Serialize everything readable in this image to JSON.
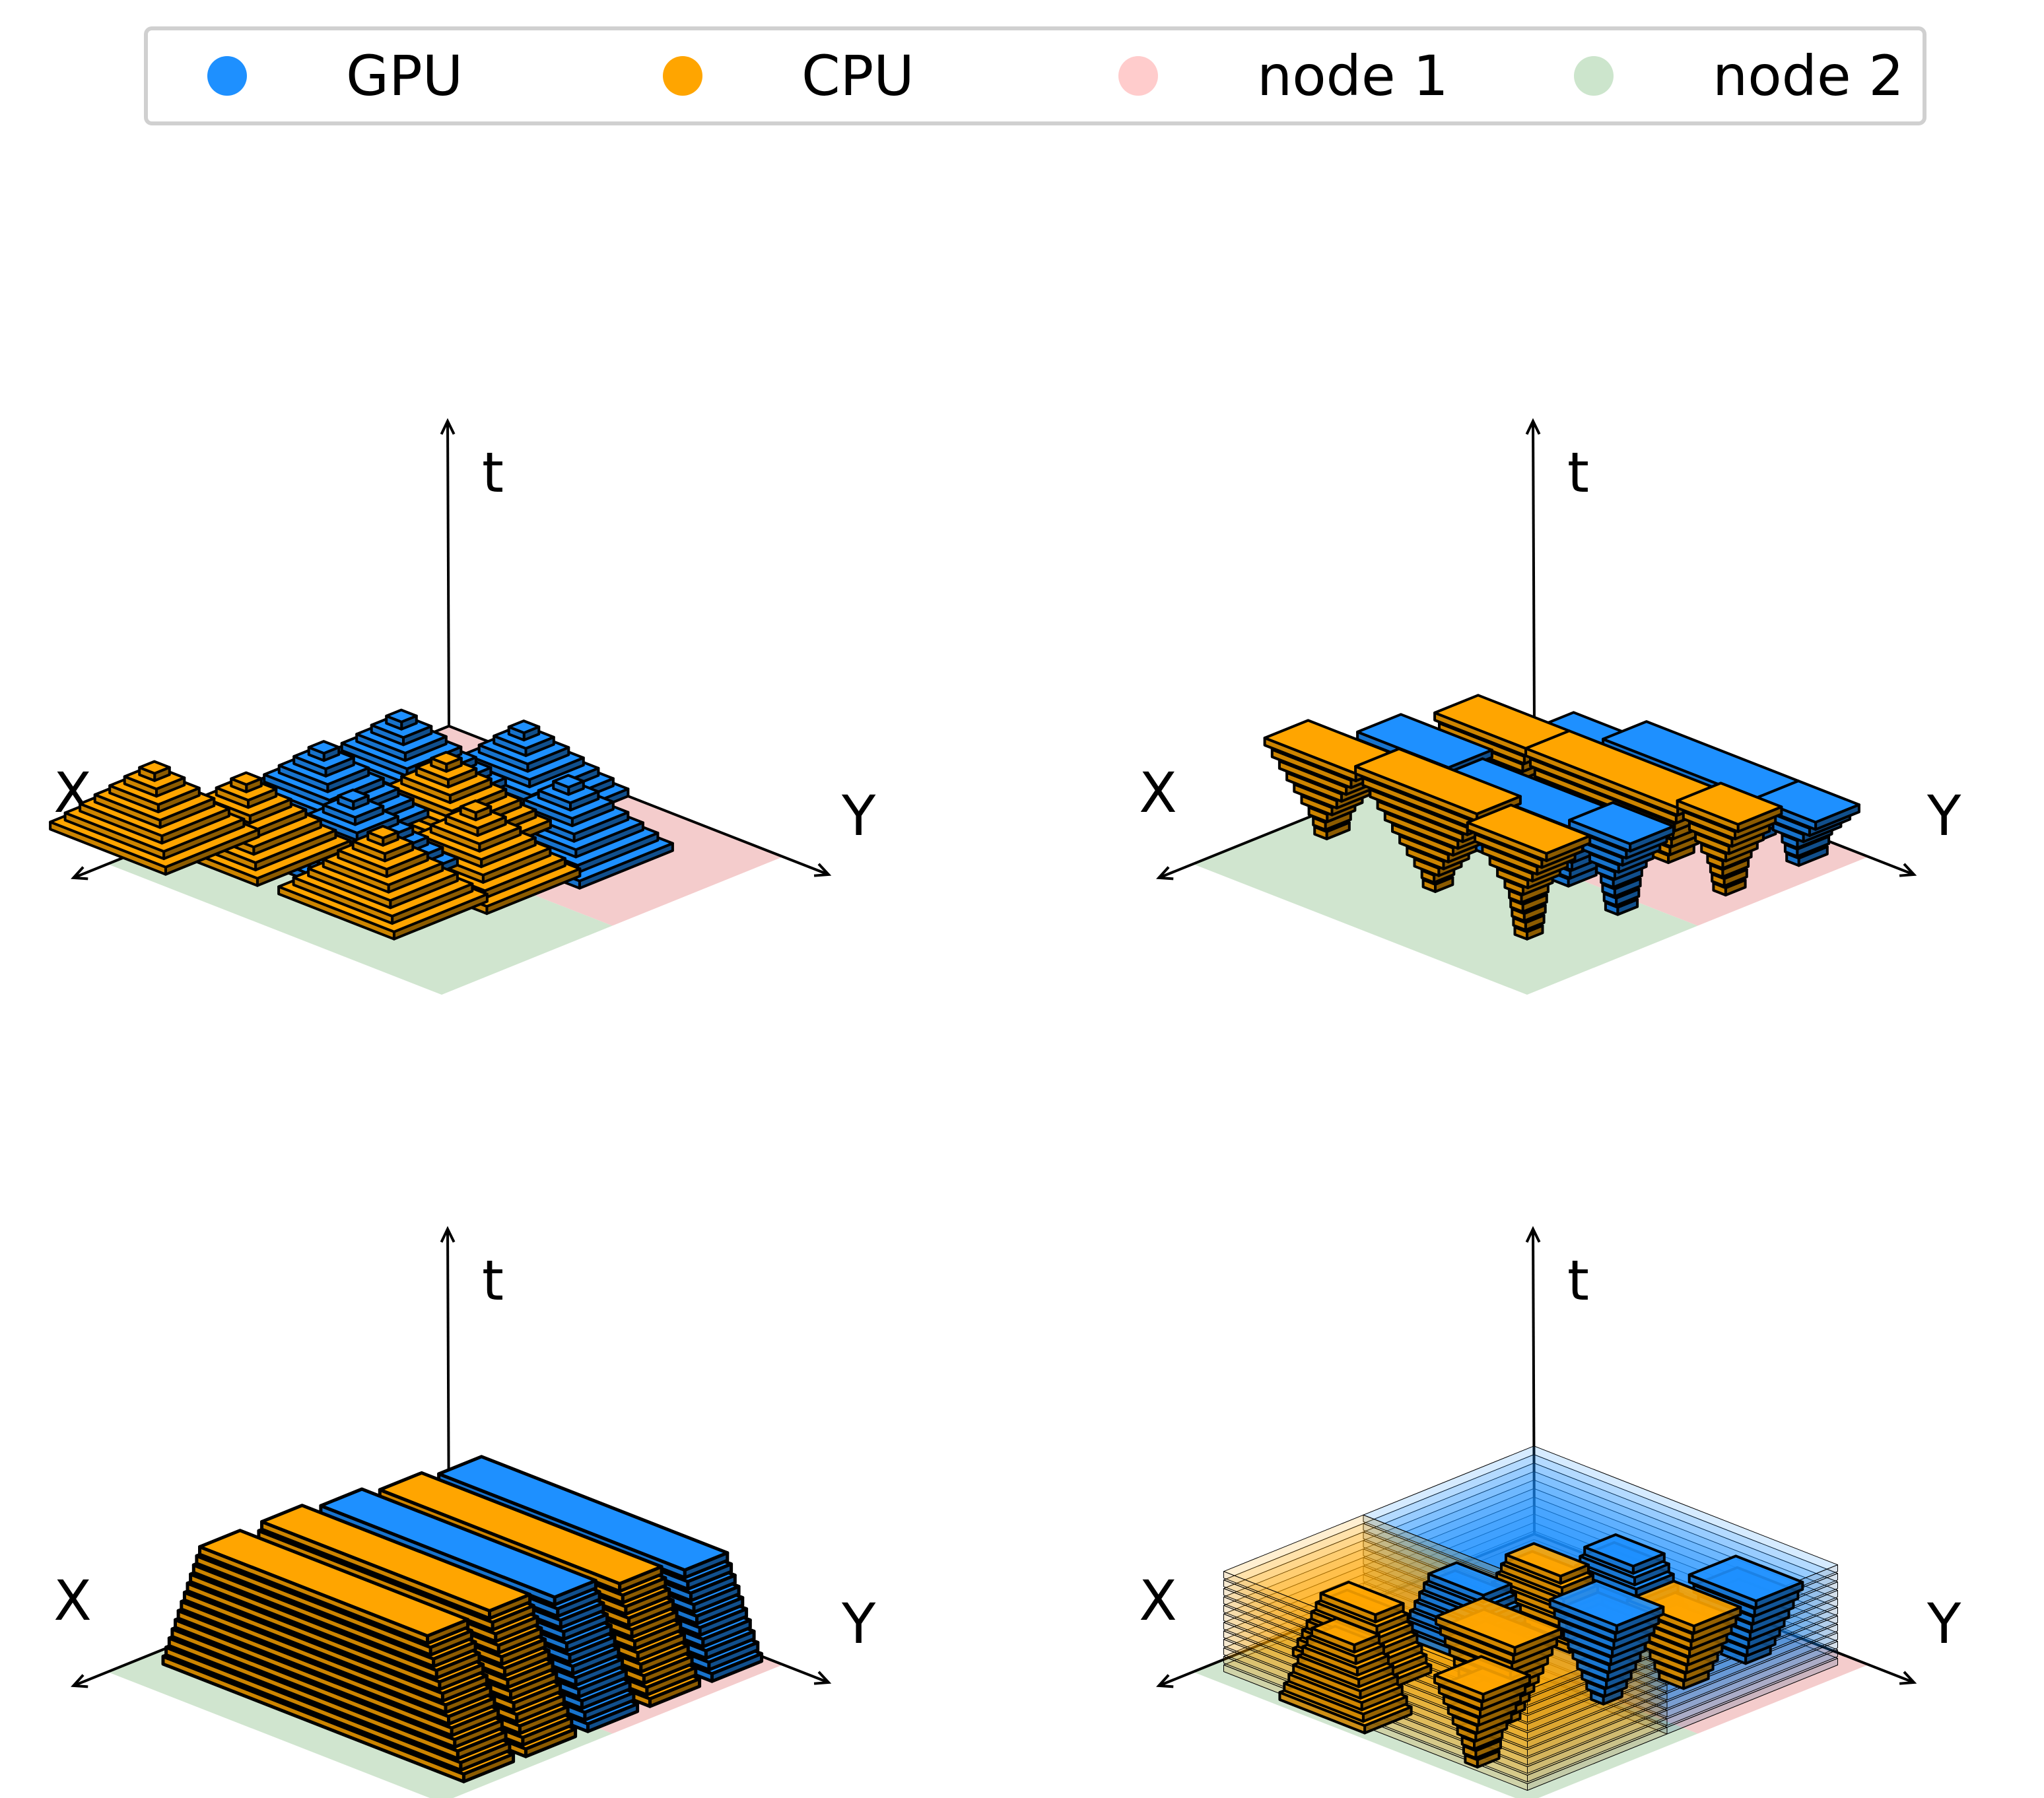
{
  "legend": {
    "items": [
      {
        "label": "GPU",
        "color": "#1e90ff"
      },
      {
        "label": "CPU",
        "color": "#ffa500"
      },
      {
        "label": "node 1",
        "color": "#ffcccc"
      },
      {
        "label": "node 2",
        "color": "#cce5cc"
      }
    ]
  },
  "axes": {
    "t": "t",
    "x": "X",
    "y": "Y"
  },
  "colors": {
    "gpu": "#1e90ff",
    "cpu": "#ffa500",
    "node1_plane": "#f4cccc",
    "node2_plane": "#d0e5cf",
    "outline": "#000000"
  },
  "panels": [
    {
      "id": "top-left",
      "arrangement": "pyramids"
    },
    {
      "id": "top-right",
      "arrangement": "inverted-stacks"
    },
    {
      "id": "bottom-left",
      "arrangement": "long-rows"
    },
    {
      "id": "bottom-right",
      "arrangement": "translucent-stacks"
    }
  ]
}
